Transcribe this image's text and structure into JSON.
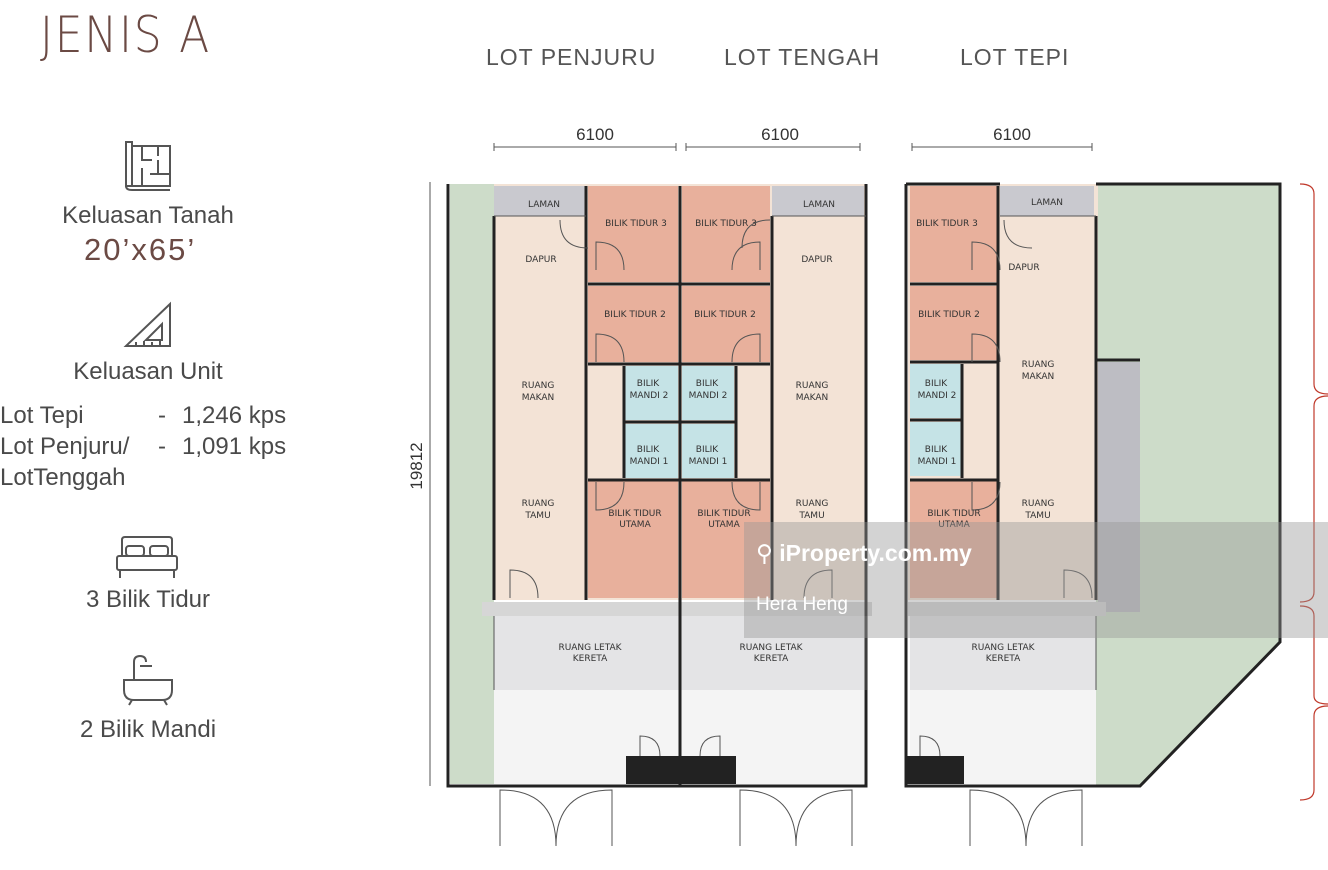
{
  "brand": {
    "title": "JENIS A"
  },
  "columns": [
    "LOT PENJURU",
    "LOT TENGAH",
    "LOT TEPI"
  ],
  "specs": {
    "land_label": "Keluasan Tanah",
    "land_value": "20’x65’",
    "unit_label": "Keluasan Unit",
    "lot_rows": [
      {
        "name": "Lot Tepi",
        "sep": "-",
        "value": "1,246 kps"
      },
      {
        "name": "Lot Penjuru/",
        "sep": "-",
        "value": "1,091 kps"
      }
    ],
    "lot_row_extra": "LotTenggah",
    "bedrooms": "3 Bilik Tidur",
    "bathrooms": "2 Bilik Mandi"
  },
  "plan": {
    "dims": {
      "w1": "6100",
      "w2": "6100",
      "w3": "6100",
      "depth": "19812"
    },
    "rooms": {
      "laman": "LAMAN",
      "dapur": "DAPUR",
      "bt3": "BILIK TIDUR 3",
      "bt2": "BILIK TIDUR 2",
      "bm2_a": "BILIK",
      "bm2_b": "MANDI 2",
      "bm1_a": "BILIK",
      "bm1_b": "MANDI 1",
      "rm_a": "RUANG",
      "rm_b": "MAKAN",
      "rt_a": "RUANG",
      "rt_b": "TAMU",
      "btu_a": "BILIK TIDUR",
      "btu_b": "UTAMA",
      "rlk_a": "RUANG LETAK",
      "rlk_b": "KERETA"
    }
  },
  "watermark": {
    "logo": "iProperty.com.my",
    "user": "Hera Heng"
  },
  "colors": {
    "bedroom": "#e8b09c",
    "living": "#f3e3d6",
    "bath": "#c5e3e6",
    "garden": "#cddcc9",
    "paving": "#dcdcdc",
    "brand": "#6b4a44"
  }
}
